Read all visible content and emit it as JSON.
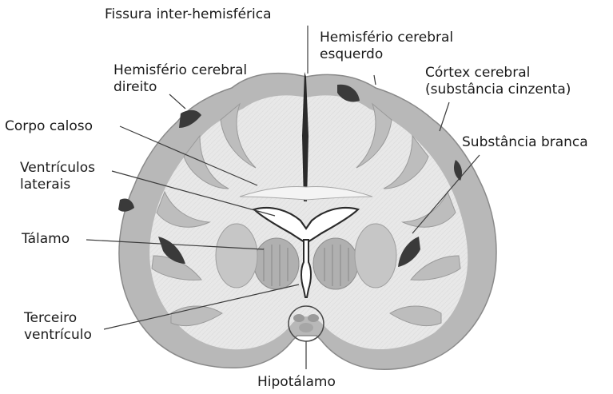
{
  "labels": {
    "fissura": "Fissura inter-hemisférica",
    "hemisferio_esquerdo": [
      "Hemisfério cerebral",
      "esquerdo"
    ],
    "hemisferio_direito": [
      "Hemisfério cerebral",
      "direito"
    ],
    "cortex": [
      "Córtex cerebral",
      "(substância cinzenta)"
    ],
    "corpo_caloso": "Corpo caloso",
    "substancia_branca": "Substância branca",
    "ventriculos": [
      "Ventrículos",
      "laterais"
    ],
    "talamo": "Tálamo",
    "terceiro_ventriculo": [
      "Terceiro",
      "ventrículo"
    ],
    "hipotalamo": "Hipotálamo"
  },
  "colors": {
    "white_matter": "#e6e6e6",
    "gray_matter": "#b3b3b3",
    "dark_cortex": "#3a3a3a",
    "ventricle": "#ffffff",
    "pointer": "#3c3c3c"
  }
}
